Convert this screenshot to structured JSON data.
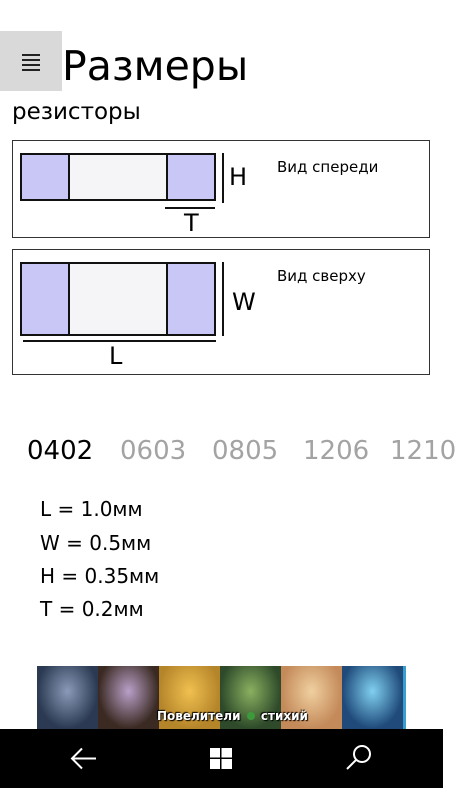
{
  "header": {
    "menu_icon": "hamburger-icon",
    "title": "Размеры",
    "subtitle": "резисторы"
  },
  "diagram_front": {
    "label": "Вид спереди",
    "height_label": "H",
    "thickness_label": "T"
  },
  "diagram_top": {
    "label": "Вид  сверху",
    "width_label": "W",
    "length_label": "L"
  },
  "size_tabs": [
    "0402",
    "0603",
    "0805",
    "1206",
    "1210"
  ],
  "selected_size": "0402",
  "specs": {
    "L": "L = 1.0мм",
    "W": "W = 0.5мм",
    "H": "H = 0.35мм",
    "T": "T = 0.2мм"
  },
  "ad_banner": {
    "text_part1": "Повелители",
    "text_part2": "стихий"
  },
  "navbar": {
    "back_icon": "back-arrow-icon",
    "home_icon": "windows-logo-icon",
    "search_icon": "search-icon"
  },
  "colors": {
    "cap_fill": "#c9c7f6",
    "body_fill": "#f5f5f7",
    "inactive_tab": "#a3a3a3",
    "navbar_bg": "#000000"
  }
}
